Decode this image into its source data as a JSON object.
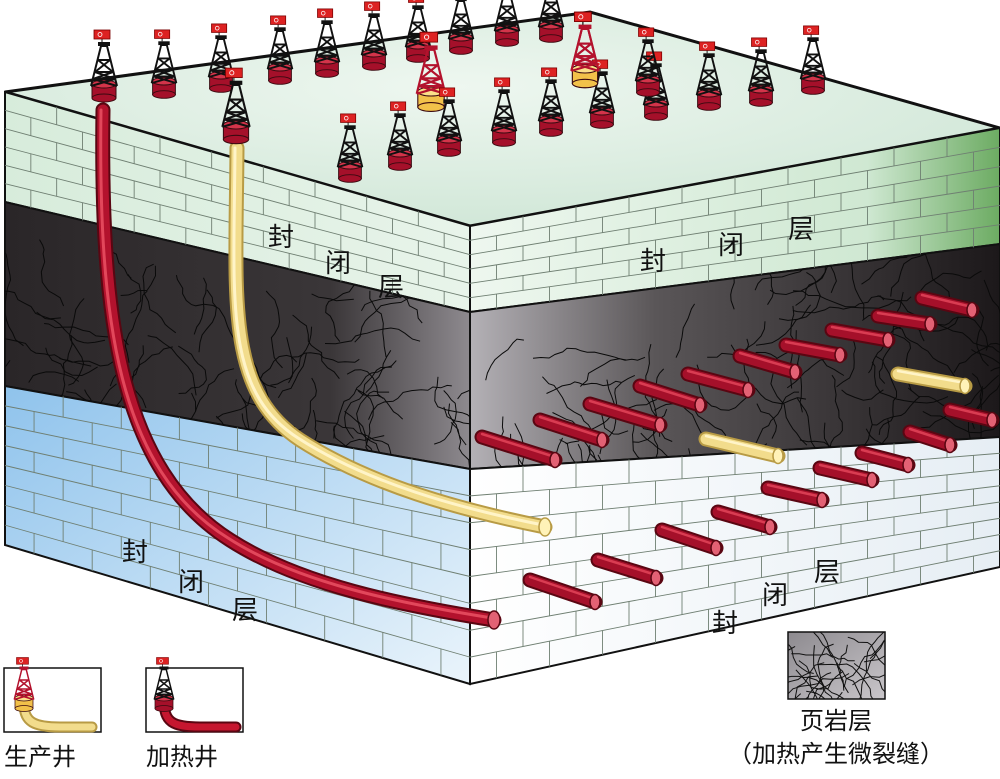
{
  "labels": {
    "seal_char_1": "封",
    "seal_char_2": "闭",
    "seal_char_3": "层",
    "legend_production": "生产井",
    "legend_heating": "加热井",
    "legend_shale": "页岩层",
    "legend_shale_note": "（加热产生微裂缝）"
  },
  "colors": {
    "top_surface": "#dcefe4",
    "seal_layer": "#d6ecdc",
    "seal_layer_edge": "#5aa35e",
    "shale_dark": "#1e1a1c",
    "shale_light": "#a9a6ab",
    "bottom_seal": "#b8daf3",
    "heating_well": "#b3122d",
    "production_well": "#f0d57a",
    "derrick_heating_base": "#a5102a",
    "derrick_production_base": "#f2c14a",
    "flag": "#d22"
  },
  "derricks": [
    {
      "type": "heating"
    },
    {
      "type": "heating"
    },
    {
      "type": "heating"
    },
    {
      "type": "heating"
    },
    {
      "type": "heating"
    },
    {
      "type": "heating"
    },
    {
      "type": "heating"
    },
    {
      "type": "heating"
    },
    {
      "type": "heating"
    },
    {
      "type": "heating"
    },
    {
      "type": "heating"
    },
    {
      "type": "production"
    },
    {
      "type": "heating"
    },
    {
      "type": "heating"
    },
    {
      "type": "heating"
    },
    {
      "type": "heating"
    },
    {
      "type": "production"
    },
    {
      "type": "heating"
    },
    {
      "type": "heating"
    },
    {
      "type": "heating"
    },
    {
      "type": "heating"
    },
    {
      "type": "heating"
    },
    {
      "type": "heating"
    },
    {
      "type": "heating"
    },
    {
      "type": "production"
    },
    {
      "type": "heating"
    }
  ]
}
